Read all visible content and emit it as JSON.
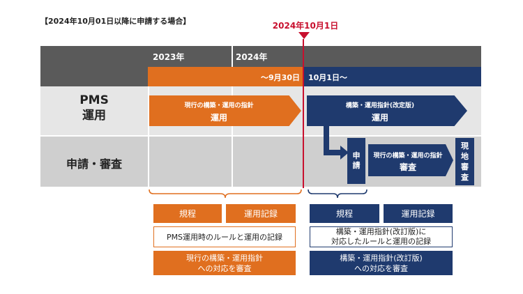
{
  "title": "【2024年10月01日以降に申請する場合】",
  "marker_label": "2024年10月1日",
  "header": {
    "year1": "2023年",
    "year2": "2024年",
    "period_before": "～9月30日",
    "period_after": "10月1日～"
  },
  "rows": {
    "pms_line1": "PMS",
    "pms_line2": "運用",
    "review": "申請・審査"
  },
  "arrows": {
    "current_sub": "現行の構築・運用の指針",
    "current_main": "運用",
    "revised_sub": "構築・運用指針(改定版)",
    "revised_main": "運用",
    "review_sub": "現行の構築・運用の指針",
    "review_main": "審査"
  },
  "vboxes": {
    "apply_1": "申",
    "apply_2": "請",
    "onsite_1": "現",
    "onsite_2": "地",
    "onsite_3": "審",
    "onsite_4": "査"
  },
  "left_boxes": {
    "rules": "規程",
    "records": "運用記録",
    "desc": "PMS運用時のルールと運用の記録",
    "review_line1": "現行の構築・運用指針",
    "review_line2": "への対応を審査"
  },
  "right_boxes": {
    "rules": "規程",
    "records": "運用記録",
    "desc_line1": "構築・運用指針(改訂版)に",
    "desc_line2": "対応したルールと運用の記録",
    "review_line1": "構築・運用指針(改訂版)",
    "review_line2": "への対応を審査"
  },
  "colors": {
    "orange": "#e06f1f",
    "navy": "#1f3a6e",
    "red": "#c8102e",
    "header_gray": "#5a5a5a"
  }
}
